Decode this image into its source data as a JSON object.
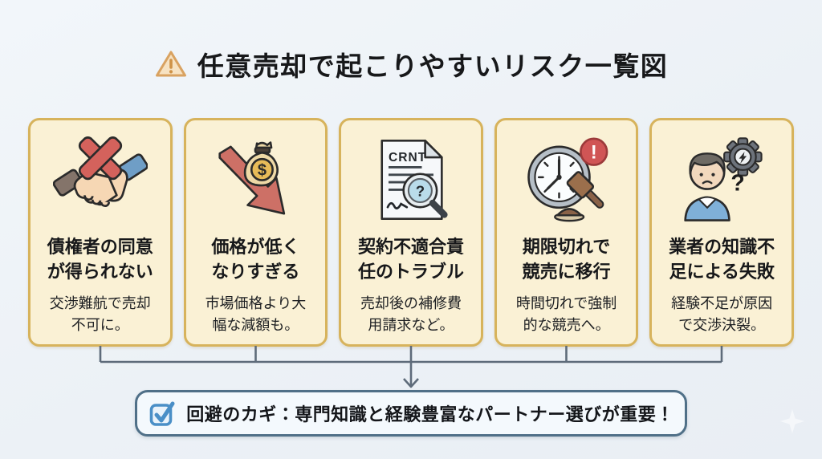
{
  "header": {
    "title": "任意売却で起こりやすいリスク一覧図"
  },
  "cards": [
    {
      "icon": "handshake-rejected",
      "title_line1": "債権者の同意",
      "title_line2": "が得られない",
      "desc_line1": "交渉難航で売却",
      "desc_line2": "不可に。"
    },
    {
      "icon": "price-drop",
      "title_line1": "価格が低く",
      "title_line2": "なりすぎる",
      "desc_line1": "市場価格より大",
      "desc_line2": "幅な減額も。"
    },
    {
      "icon": "contract-inspection",
      "title_line1": "契約不適合責",
      "title_line2": "任のトラブル",
      "desc_line1": "売却後の補修費",
      "desc_line2": "用請求など。"
    },
    {
      "icon": "deadline-auction",
      "title_line1": "期限切れで",
      "title_line2": "競売に移行",
      "desc_line1": "時間切れで強制",
      "desc_line2": "的な競売へ。"
    },
    {
      "icon": "agent-inexperience",
      "title_line1": "業者の知識不",
      "title_line2": "足による失敗",
      "desc_line1": "経験不足が原因",
      "desc_line2": "で交渉決裂。"
    }
  ],
  "banner": {
    "text": "回避のカギ：専門知識と経験豊富なパートナー選びが重要！"
  },
  "icon_glyphs": {
    "document_label": "CRNT",
    "money_symbol": "$",
    "magnifier_question": "?",
    "alert_exclamation": "!",
    "confusion_question": "?"
  },
  "colors": {
    "card_bg": "#faf1d5",
    "card_border": "#d7b35c",
    "banner_bg": "#f4f9fd",
    "banner_border": "#507088",
    "checkbox_blue": "#4a8fc7",
    "connector_gray": "#5e6b7a",
    "risk_red": "#d4625c",
    "warning_orange": "#d9a261"
  }
}
